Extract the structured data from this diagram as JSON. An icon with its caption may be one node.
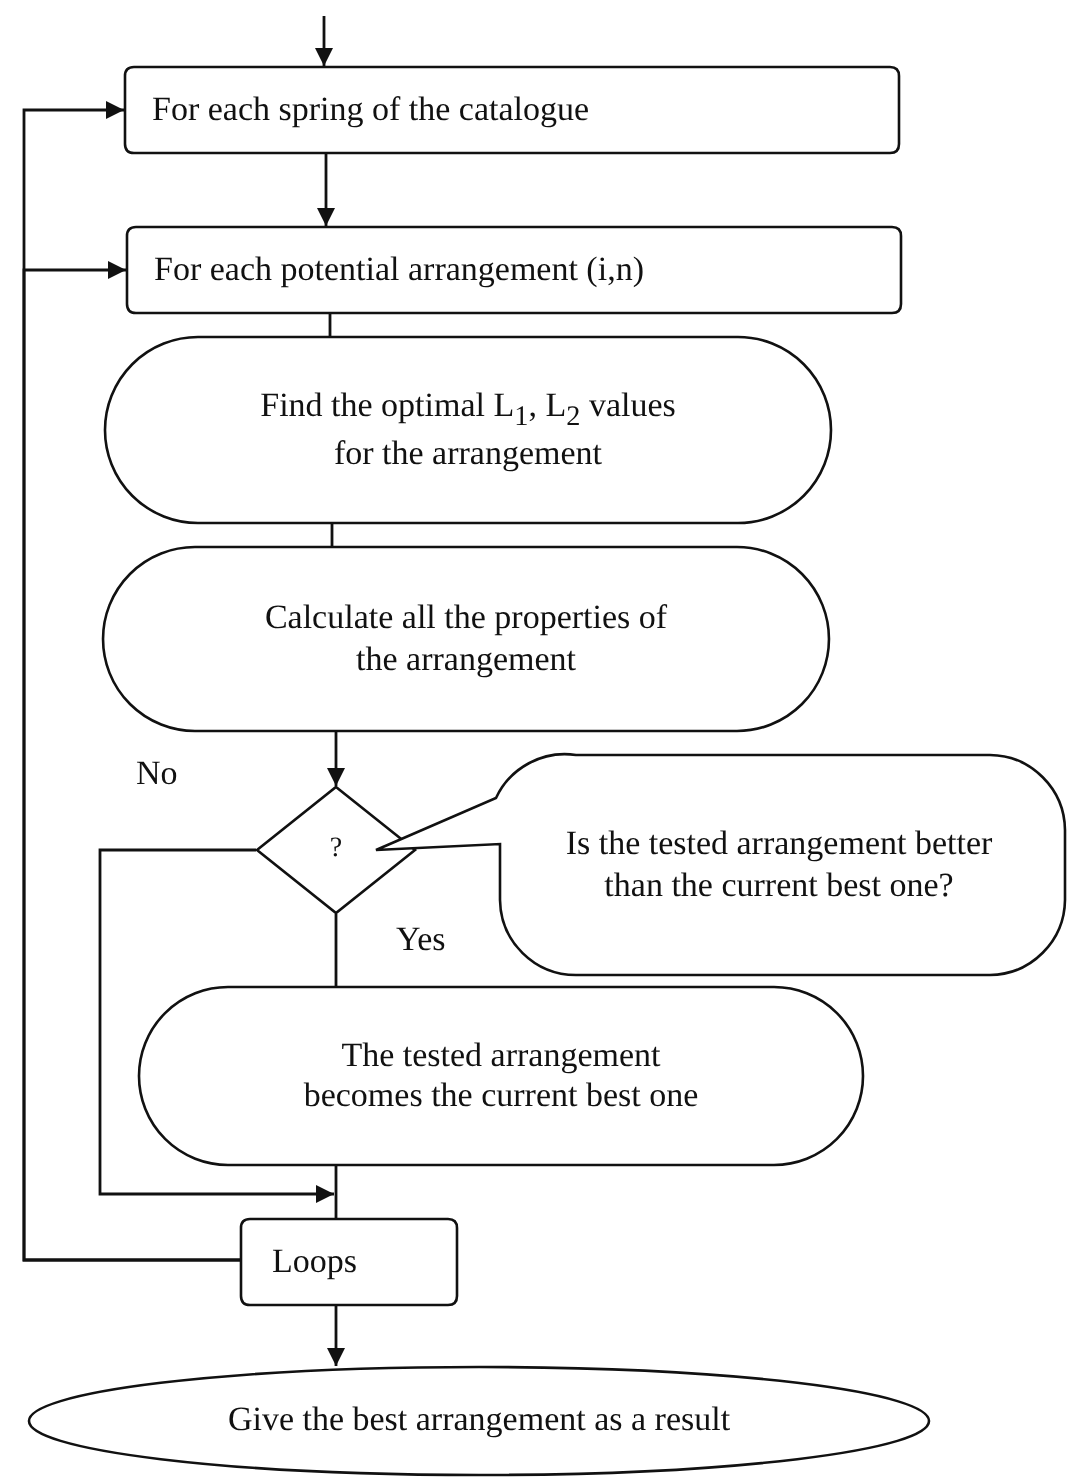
{
  "diagram": {
    "nodes": [
      {
        "text": [
          "For each spring of the catalogue"
        ]
      },
      {
        "text": [
          "For each potential arrangement (i,n)"
        ]
      },
      {
        "text": [
          "Find the optimal L$_{1}$, L$_{2}$ values for the arrangement"
        ]
      },
      {
        "text": [
          "Calculate all the properties of the arrangement"
        ]
      },
      {
        "text": [
          "?"
        ]
      },
      {
        "text": [
          "Is the tested arrangement better than the current best one?"
        ]
      },
      {
        "text": [
          "The tested arrangement becomes the current best one"
        ]
      },
      {
        "text": [
          "Loops"
        ]
      },
      {
        "text": [
          "Give the best arrangement as a result"
        ]
      }
    ],
    "edges": [
      {
        "from": null,
        "to": 0,
        "arrow": "to"
      },
      {
        "from": 0,
        "to": 1,
        "arrow": "to"
      },
      {
        "from": 1,
        "to": 2,
        "arrow": "none"
      },
      {
        "from": 2,
        "to": 3,
        "arrow": "none"
      },
      {
        "from": 3,
        "to": 4,
        "arrow": "to"
      },
      {
        "from": 4,
        "to": 6,
        "arrow": "none",
        "label": "Yes"
      },
      {
        "from": 4,
        "to": 7,
        "arrow": "to",
        "label": "No"
      },
      {
        "from": 6,
        "to": 7,
        "arrow": "none"
      },
      {
        "from": 7,
        "to": 0,
        "arrow": "to"
      },
      {
        "from": 7,
        "to": 1,
        "arrow": "to"
      },
      {
        "from": 7,
        "to": 8,
        "arrow": "to"
      }
    ]
  }
}
